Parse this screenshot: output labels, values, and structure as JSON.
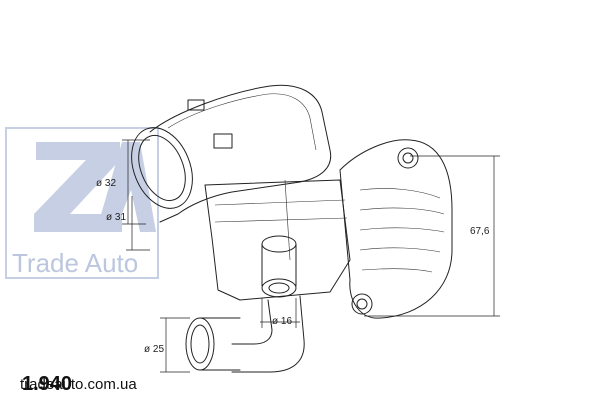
{
  "watermark": {
    "text": "Trade Auto",
    "color": "#c7cfe4"
  },
  "part_number": "1.940",
  "website": "tradeauto.com.ua",
  "dimensions": {
    "d32": "ø 32",
    "d31": "ø 31",
    "d16": "ø 16",
    "d25": "ø 25",
    "h67": "67,6"
  },
  "colors": {
    "line": "#222222",
    "watermark": "#c7cfe4"
  }
}
